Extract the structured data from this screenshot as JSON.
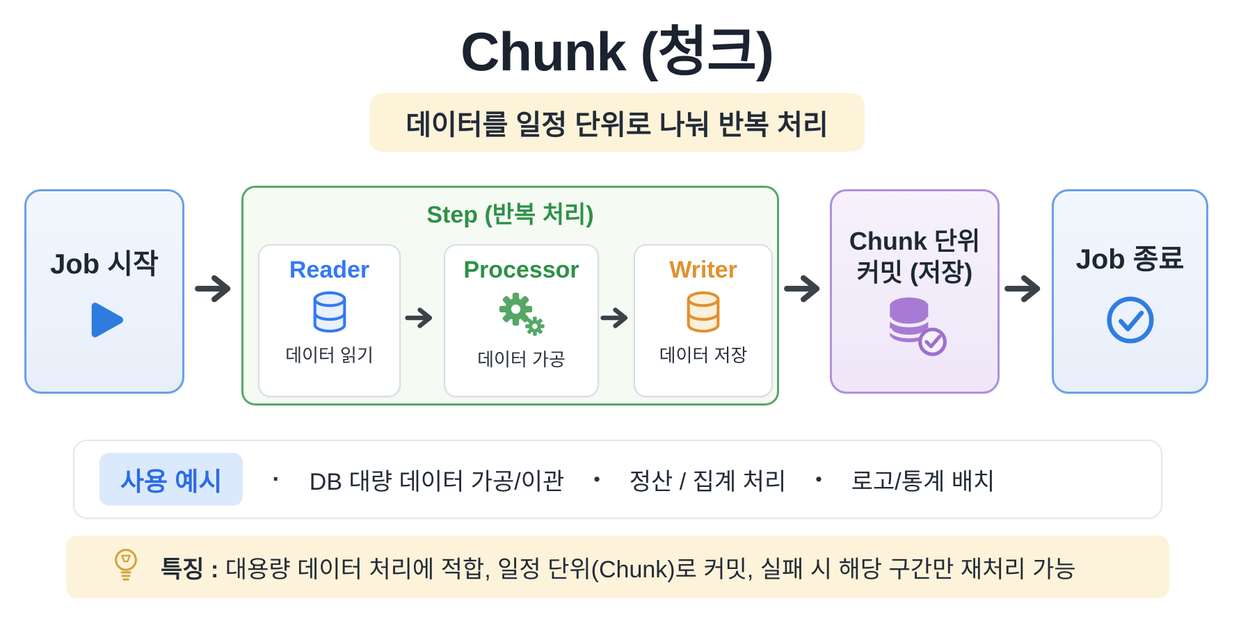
{
  "title": "Chunk (청크)",
  "subtitle": "데이터를 일정 단위로 나눠 반복 처리",
  "flow": {
    "job_start": {
      "label": "Job 시작",
      "icon": "play-icon"
    },
    "step": {
      "title": "Step (반복 처리)",
      "cards": [
        {
          "name": "Reader",
          "label": "데이터 읽기",
          "icon": "database-icon",
          "accent": "#3478f6"
        },
        {
          "name": "Processor",
          "label": "데이터 가공",
          "icon": "gears-icon",
          "accent": "#2e9147"
        },
        {
          "name": "Writer",
          "label": "데이터 저장",
          "icon": "database-icon",
          "accent": "#e0912f"
        }
      ]
    },
    "chunk_commit": {
      "label_line1": "Chunk 단위",
      "label_line2": "커밋 (저장)",
      "icon": "database-check-icon",
      "accent": "#a77bd4"
    },
    "job_end": {
      "label": "Job 종료",
      "icon": "check-circle-icon"
    }
  },
  "usage": {
    "badge": "사용 예시",
    "separator_first": "·",
    "separator": "•",
    "items": [
      "DB 대량 데이터 가공/이관",
      "정산 / 집계 처리",
      "로고/통계 배치"
    ]
  },
  "feature": {
    "icon": "lightbulb-icon",
    "label": "특징 :",
    "text": " 대용량 데이터 처리에 적합, 일정 단위(Chunk)로 커밋, 실패 시 해당 구간만 재처리 가능"
  },
  "colors": {
    "title_text": "#1b2330",
    "subtitle_bg": "#fdf3d8",
    "blue_accent": "#3478f6",
    "blue_border": "#69a1e8",
    "play_blue": "#2e7ce0",
    "green_accent": "#2e9147",
    "green_border": "#57a66a",
    "gear_green": "#55a766",
    "orange_accent": "#e0912f",
    "purple_accent": "#a77bd4",
    "purple_border": "#b18fe0",
    "arrow": "#3a4149",
    "badge_bg": "#dbe9fc",
    "badge_text": "#2b6de6",
    "feature_bg": "#fcf3da",
    "bulb_gold": "#d6a23c"
  }
}
